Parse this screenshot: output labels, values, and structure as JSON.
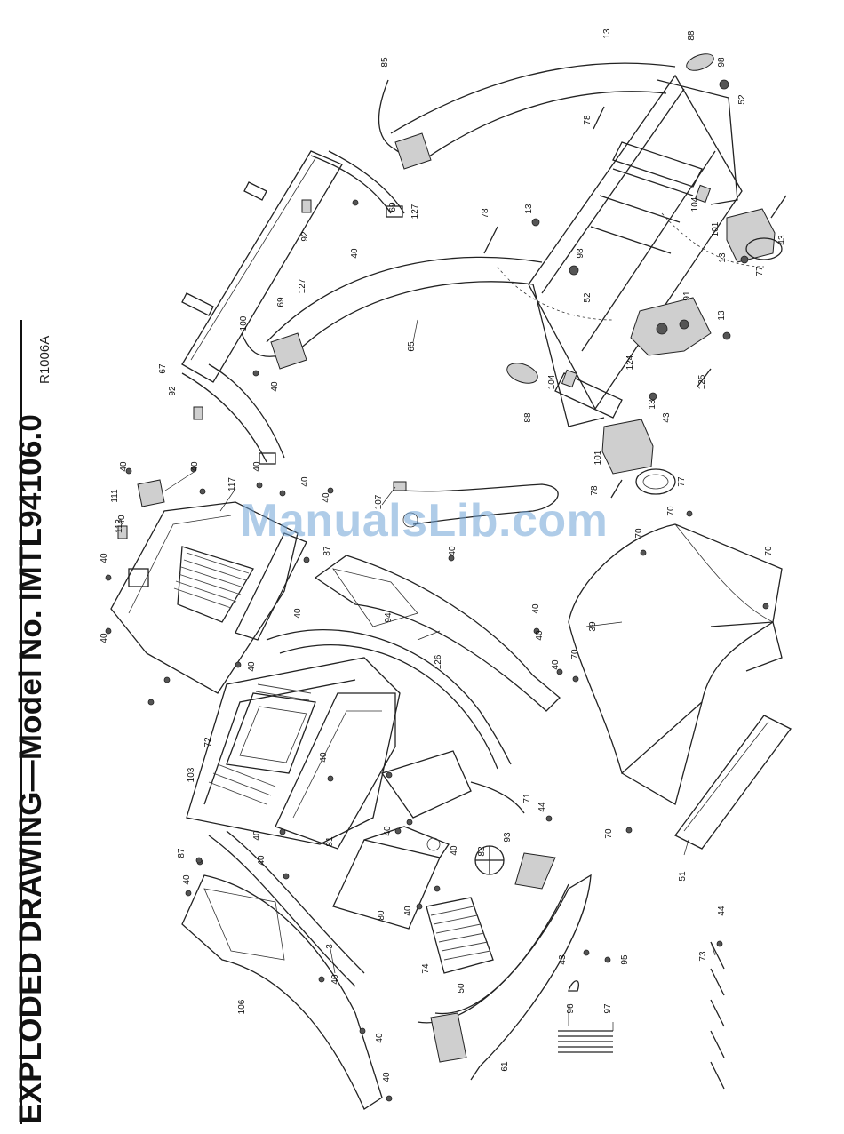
{
  "title": "EXPLODED DRAWING—Model No. IMTL94106.0",
  "drawing_code": "R1006A",
  "watermark": "ManualsLib.com",
  "part_labels": [
    "13",
    "88",
    "98",
    "52",
    "85",
    "78",
    "127",
    "69",
    "92",
    "40",
    "78",
    "13",
    "104",
    "101",
    "43",
    "13",
    "77",
    "98",
    "52",
    "91",
    "13",
    "124",
    "125",
    "100",
    "69",
    "127",
    "65",
    "67",
    "92",
    "40",
    "88",
    "104",
    "13",
    "43",
    "101",
    "78",
    "77",
    "40",
    "40",
    "111",
    "113",
    "40",
    "117",
    "40",
    "40",
    "107",
    "87",
    "40",
    "40",
    "70",
    "70",
    "70",
    "40",
    "40",
    "94",
    "40",
    "40",
    "39",
    "126",
    "40",
    "70",
    "40",
    "40",
    "72",
    "103",
    "40",
    "40",
    "40",
    "81",
    "71",
    "44",
    "70",
    "40",
    "93",
    "82",
    "87",
    "40",
    "40",
    "80",
    "51",
    "44",
    "40",
    "3",
    "74",
    "43",
    "95",
    "73",
    "40",
    "106",
    "50",
    "96",
    "97",
    "40",
    "40",
    "61"
  ]
}
